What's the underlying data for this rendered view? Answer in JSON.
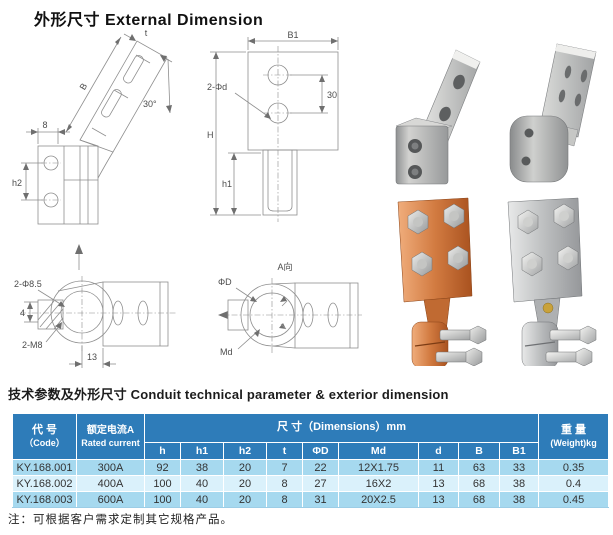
{
  "page": {
    "title": "外形尺寸 External Dimension",
    "section_title": "技术参数及外形尺寸  Conduit technical parameter & exterior dimension",
    "footnote": "注：可根据客户需求定制其它规格产品。"
  },
  "drawings": {
    "bracket_side": {
      "dim_b": "B",
      "dim_t": "t",
      "angle": "30°",
      "dim_8": "8",
      "dim_h2": "h2"
    },
    "bracket_front": {
      "dim_b1": "B1",
      "holes": "2-Φd",
      "dim_30": "30",
      "dim_h": "H",
      "dim_h1": "h1"
    },
    "clamp_side": {
      "holes": "2-Φ8.5",
      "dim_4": "4",
      "thread": "2-M8",
      "dim_13": "13"
    },
    "clamp_view_a": {
      "view_label": "A向",
      "dim_phid": "ΦD",
      "dim_md": "Md"
    }
  },
  "table": {
    "code_line1": "代 号",
    "code_line2": "（Code）",
    "current_line1": "额定电流A",
    "current_line2": "Rated current",
    "dims_header": "尺 寸（Dimensions）mm",
    "weight_line1": "重 量",
    "weight_line2": "(Weight)kg",
    "dim_cols": [
      "h",
      "h1",
      "h2",
      "t",
      "ΦD",
      "Md",
      "d",
      "B",
      "B1"
    ],
    "rows": [
      {
        "code": "KY.168.001",
        "current": "300A",
        "h": "92",
        "h1": "38",
        "h2": "20",
        "t": "7",
        "phid": "22",
        "md": "12X1.75",
        "d": "11",
        "b": "63",
        "b1": "33",
        "weight": "0.35"
      },
      {
        "code": "KY.168.002",
        "current": "400A",
        "h": "100",
        "h1": "40",
        "h2": "20",
        "t": "8",
        "phid": "27",
        "md": "16X2",
        "d": "13",
        "b": "68",
        "b1": "38",
        "weight": "0.4"
      },
      {
        "code": "KY.168.003",
        "current": "600A",
        "h": "100",
        "h1": "40",
        "h2": "20",
        "t": "8",
        "phid": "31",
        "md": "20X2.5",
        "d": "13",
        "b": "68",
        "b1": "38",
        "weight": "0.45"
      }
    ]
  },
  "colors": {
    "header_blue": "#2e7cb9",
    "row_light_blue": "#a6d9ef",
    "row_pale_blue": "#daf1fb",
    "copper": "#c96f3a",
    "silver": "#b9bbbc"
  }
}
